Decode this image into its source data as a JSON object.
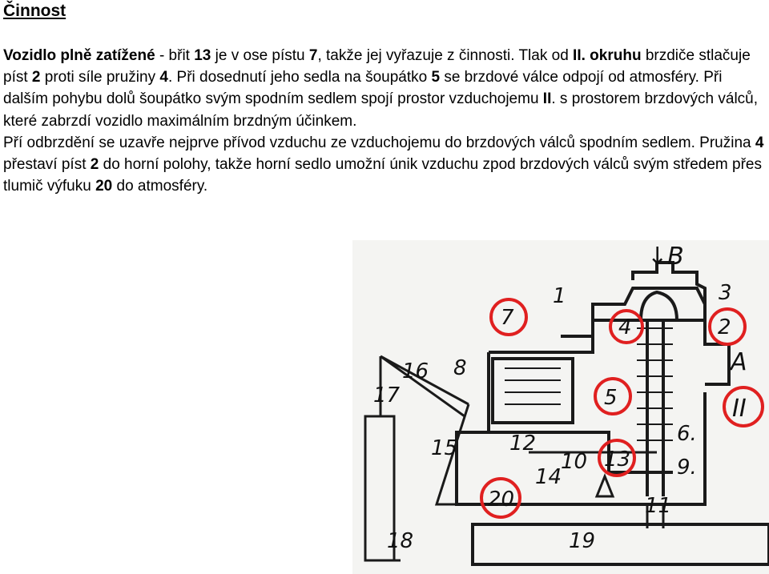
{
  "heading": "Činnost",
  "paragraphs": [
    [
      {
        "t": "Vozidlo plně zatížené",
        "b": true
      },
      {
        "t": " - břit ",
        "b": false
      },
      {
        "t": "13",
        "b": true
      },
      {
        "t": " je v ose pístu ",
        "b": false
      },
      {
        "t": "7",
        "b": true
      },
      {
        "t": ", takže jej vyřazuje z činnosti. Tlak od ",
        "b": false
      },
      {
        "t": "II. okruhu",
        "b": true
      },
      {
        "t": " brzdiče stlačuje píst ",
        "b": false
      },
      {
        "t": "2",
        "b": true
      },
      {
        "t": " proti síle pružiny ",
        "b": false
      },
      {
        "t": "4",
        "b": true
      },
      {
        "t": ". Při dosednutí jeho sedla na šoupátko ",
        "b": false
      },
      {
        "t": "5",
        "b": true
      },
      {
        "t": " se brzdové válce odpojí od atmosféry. Při dalším pohybu dolů šoupátko svým spodním sedlem spojí prostor vzduchojemu ",
        "b": false
      },
      {
        "t": "II",
        "b": true
      },
      {
        "t": ". s prostorem brzdových válců, které zabrzdí vozidlo maximálním brzdným účinkem.",
        "b": false
      }
    ],
    [
      {
        "t": "Pří odbrzdění se uzavře nejprve přívod vzduchu ze vzduchojemu do brzdových válců spodním sedlem. Pružina ",
        "b": false
      },
      {
        "t": "4",
        "b": true
      },
      {
        "t": " přestaví píst ",
        "b": false
      },
      {
        "t": "2",
        "b": true
      },
      {
        "t": " do horní polohy, takže horní sedlo umožní únik vzduchu zpod brzdových válců svým středem přes tlumič výfuku ",
        "b": false
      },
      {
        "t": "20",
        "b": true
      },
      {
        "t": " do atmosféry.",
        "b": false
      }
    ]
  ],
  "diagram": {
    "labels": {
      "l1": "1",
      "l2": "2",
      "l3": "3",
      "l4": "4",
      "l5": "5",
      "l6": "6.",
      "l7": "7",
      "l8": "8",
      "l9": "9.",
      "l10": "10",
      "l11": "11",
      "l12": "12",
      "l13": "13",
      "l14": "14",
      "l15": "15",
      "l16": "16",
      "l17": "17",
      "l18": "18",
      "l19": "19",
      "l20": "20",
      "lB": "↓B",
      "lA": "A",
      "lII": "II"
    },
    "highlight_color": "#e02020"
  }
}
